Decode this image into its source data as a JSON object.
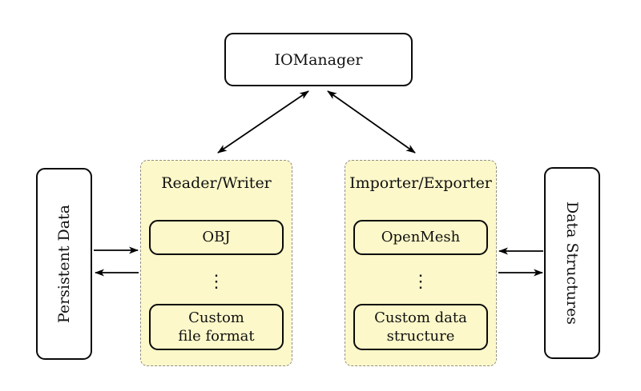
{
  "diagram": {
    "iomanager": {
      "label": "IOManager"
    },
    "side_left": {
      "label": "Persistent Data"
    },
    "side_right": {
      "label": "Data Structures"
    },
    "reader_writer": {
      "title": "Reader/Writer",
      "item_top": "OBJ",
      "dots": "⋮",
      "item_bottom": "Custom\nfile format"
    },
    "importer_exporter": {
      "title": "Importer/Exporter",
      "item_top": "OpenMesh",
      "dots": "⋮",
      "item_bottom": "Custom data\nstructure"
    },
    "colors": {
      "panel_fill": "#fcf8c9",
      "panel_dashed_border": "#8f8f8f",
      "node_border": "#0a0a0a",
      "background": "#ffffff",
      "arrow": "#000000"
    }
  }
}
